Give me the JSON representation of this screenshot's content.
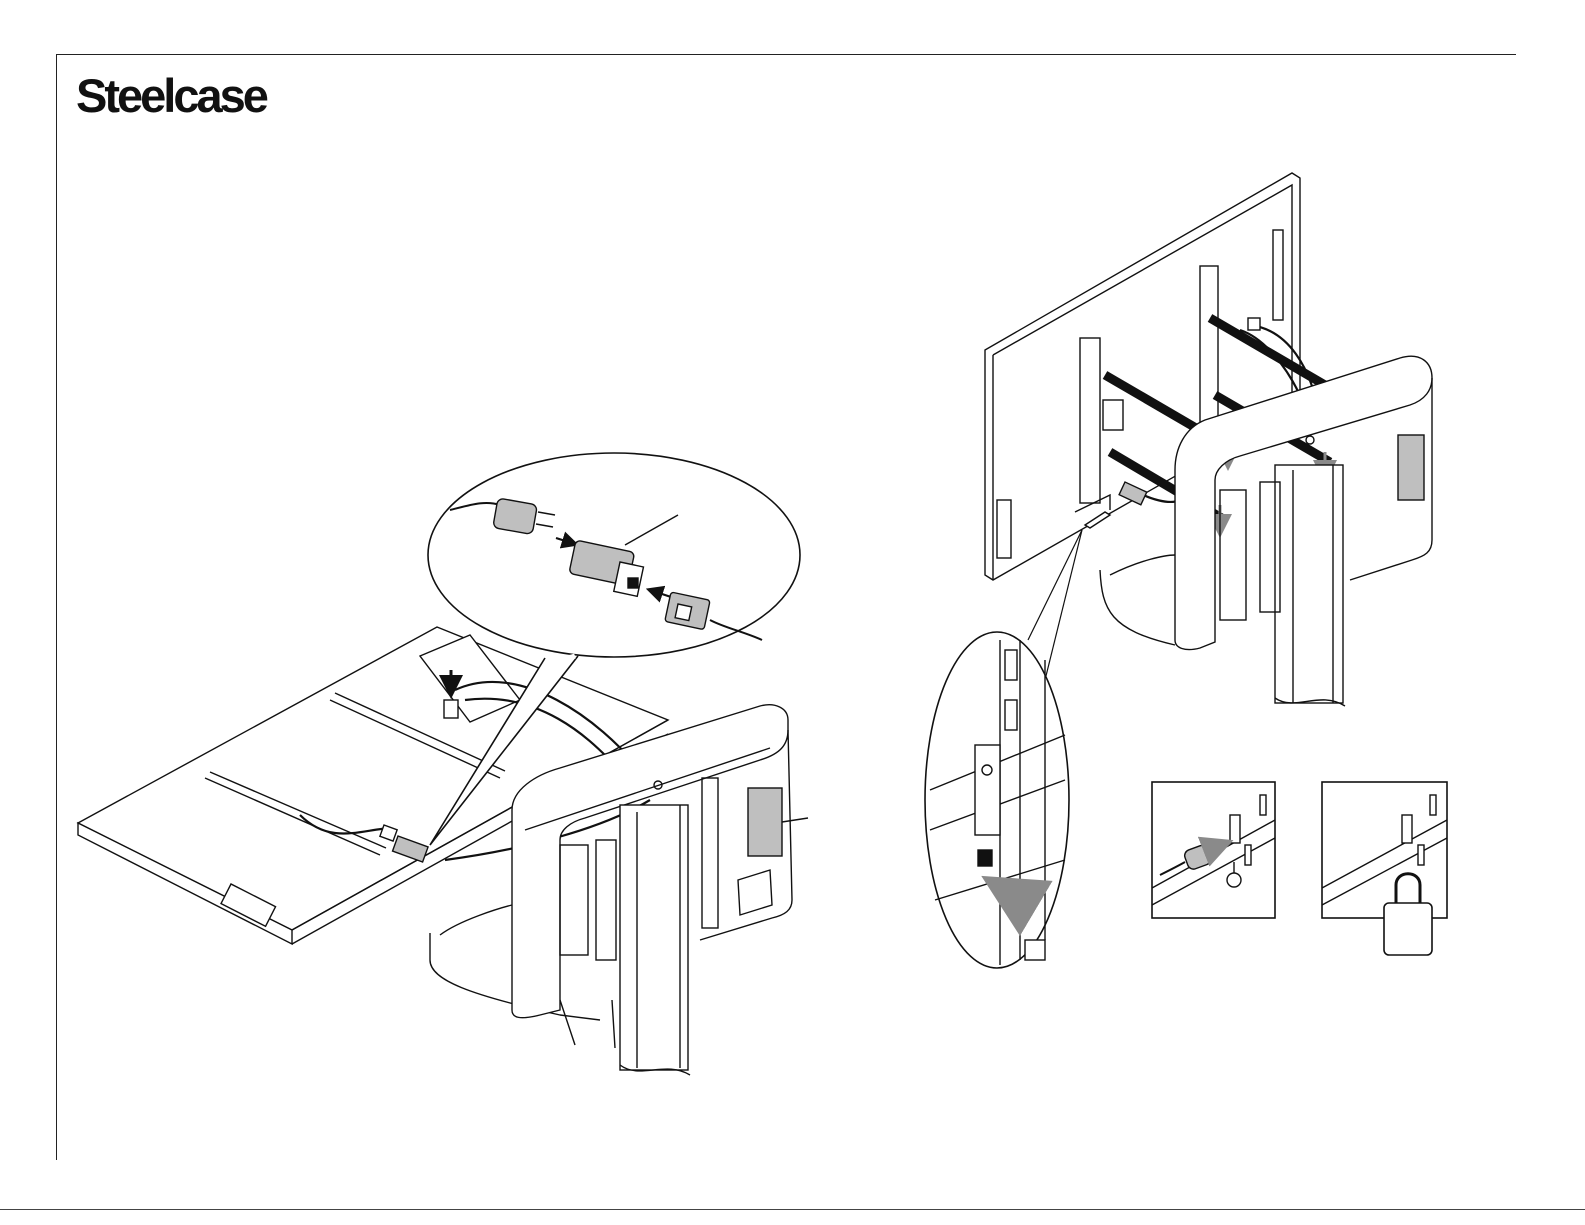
{
  "brand": {
    "logo_text": "Steelcase"
  },
  "colors": {
    "ink": "#111111",
    "shade": "#bfbfbf",
    "arrow_gray": "#8a8a8a",
    "paper": "#ffffff"
  },
  "figures": [
    {
      "name": "cable-connection-illustration",
      "icons": [
        "power-plug-icon",
        "power-coupler-icon",
        "connector-icon",
        "down-arrow-icon"
      ]
    },
    {
      "name": "display-mounting-illustration",
      "icons": [
        "down-arrow-icon",
        "bracket-detail-icon"
      ]
    },
    {
      "name": "security-cable-detail",
      "icons": [
        "cable-lock-icon"
      ]
    },
    {
      "name": "padlock-detail",
      "icons": [
        "padlock-icon"
      ]
    }
  ]
}
